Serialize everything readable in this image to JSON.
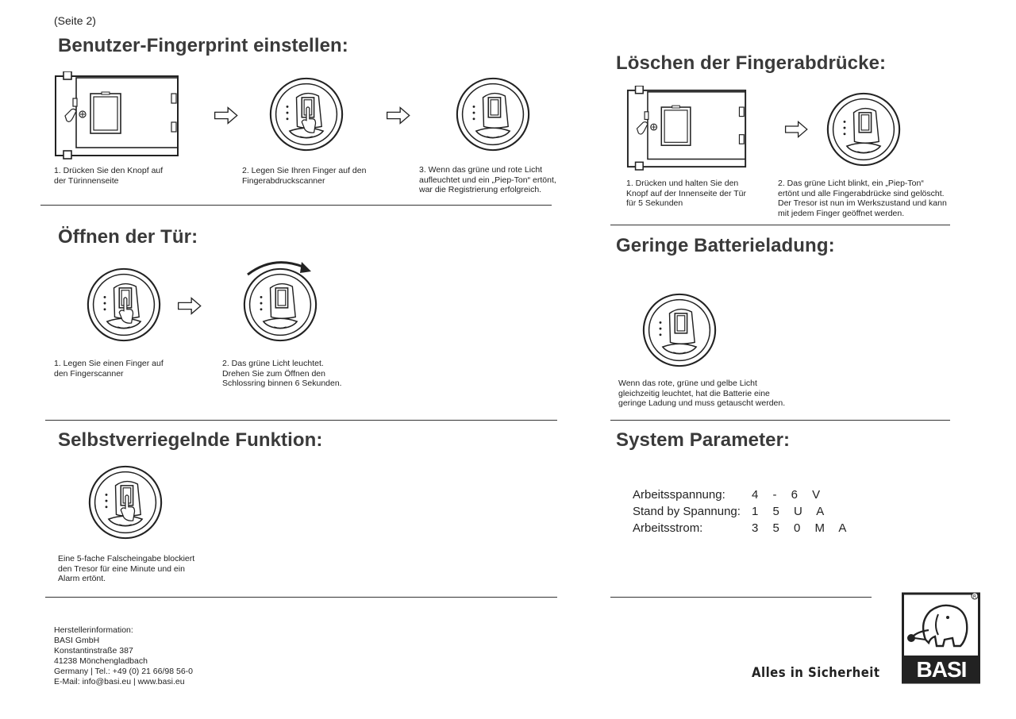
{
  "page_label": "(Seite 2)",
  "sections": {
    "setup": {
      "title": "Benutzer-Fingerprint einstellen:",
      "steps": [
        "1. Drücken Sie den Knopf auf\nder Türinnenseite",
        "2. Legen Sie Ihren Finger auf den\nFingerabdruckscanner",
        "3. Wenn das grüne und rote Licht\naufleuchtet und ein „Piep-Ton“ ertönt,\nwar die Registrierung erfolgreich."
      ]
    },
    "delete": {
      "title": "Löschen der Fingerabdrücke:",
      "steps": [
        "1. Drücken und halten Sie den\nKnopf auf der Innenseite der Tür\nfür 5 Sekunden",
        "2. Das grüne Licht blinkt, ein „Piep-Ton“\nertönt und alle Fingerabdrücke sind gelöscht.\nDer Tresor ist nun im Werkszustand und kann\nmit jedem Finger geöffnet werden."
      ]
    },
    "open": {
      "title": "Öffnen der Tür:",
      "steps": [
        "1. Legen Sie einen Finger auf\nden Fingerscanner",
        "2. Das grüne Licht leuchtet.\nDrehen Sie zum Öffnen den\nSchlossring binnen 6 Sekunden."
      ]
    },
    "battery": {
      "title": "Geringe Batterieladung:",
      "text": "Wenn das rote, grüne und gelbe Licht\ngleichzeitig leuchtet, hat die Batterie eine\ngeringe Ladung und muss getauscht werden."
    },
    "selflock": {
      "title": "Selbstverriegelnde Funktion:",
      "text": "Eine 5-fache Falscheingabe blockiert\nden Tresor für eine Minute und ein\nAlarm ertönt."
    },
    "system": {
      "title": "System Parameter:",
      "params": [
        {
          "label": "Arbeitsspannung:",
          "value": "4 - 6 V"
        },
        {
          "label": "Stand by Spannung:",
          "value": "1 5 U A"
        },
        {
          "label": "Arbeitsstrom:",
          "value": "3 5 0 M A"
        }
      ]
    }
  },
  "footer": {
    "lines": [
      "Herstellerinformation:",
      "BASI GmbH",
      "Konstantinstraße 387",
      "41238 Mönchengladbach",
      "Germany | Tel.: +49 (0) 21 66/98 56-0",
      "E-Mail: info@basi.eu | www.basi.eu"
    ]
  },
  "brand": {
    "slogan": "Alles in Sicherheit",
    "logo_text": "BASI",
    "logo_icon": "elephant-icon"
  }
}
